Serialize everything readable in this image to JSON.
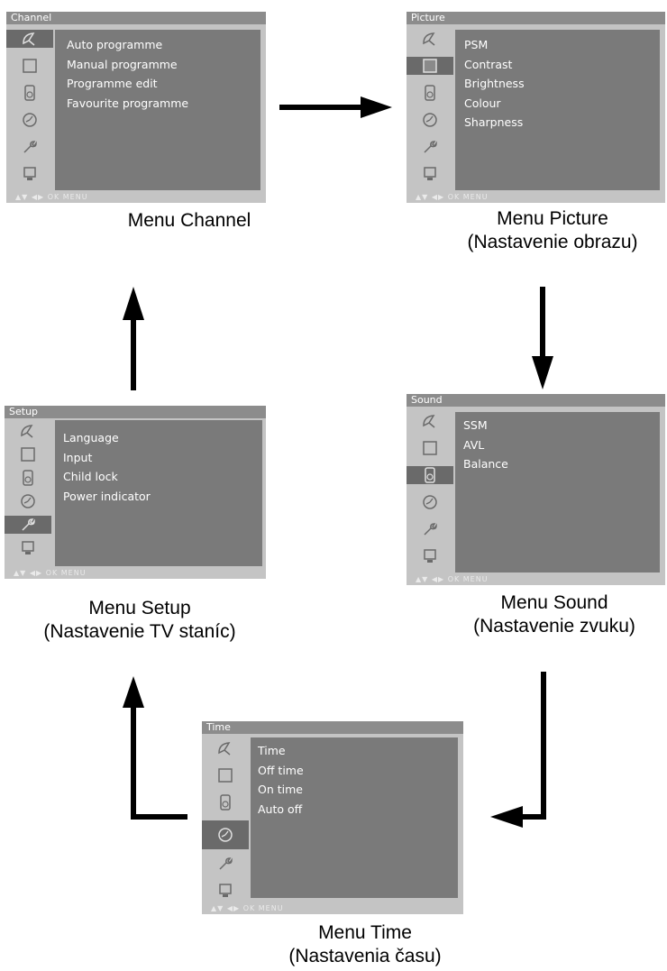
{
  "menus": {
    "channel": {
      "title": "Channel",
      "items": [
        "Auto programme",
        "Manual programme",
        "Programme edit",
        "Favourite programme"
      ],
      "footer": "▲▼ ◀▶ OK MENU",
      "caption_main": "Menu Channel"
    },
    "picture": {
      "title": "Picture",
      "items": [
        "PSM",
        "Contrast",
        "Brightness",
        "Colour",
        "Sharpness"
      ],
      "footer": "▲▼ ◀▶ OK MENU",
      "caption_main": "Menu Picture",
      "caption_sub": "(Nastavenie obrazu)"
    },
    "sound": {
      "title": "Sound",
      "items": [
        "SSM",
        "AVL",
        "Balance"
      ],
      "footer": "▲▼ ◀▶ OK MENU",
      "caption_main": "Menu Sound",
      "caption_sub": "(Nastavenie zvuku)"
    },
    "time": {
      "title": "Time",
      "items": [
        "Time",
        "Off time",
        "On time",
        "Auto off"
      ],
      "footer": "▲▼ ◀▶ OK MENU",
      "caption_main": "Menu Time",
      "caption_sub": "(Nastavenia času)"
    },
    "setup": {
      "title": "Setup",
      "items": [
        "Language",
        "Input",
        "Child lock",
        "Power indicator"
      ],
      "footer": "▲▼ ◀▶ OK MENU",
      "caption_main": "Menu Setup",
      "caption_sub": "(Nastavenie TV staníc)"
    }
  },
  "icon_names": [
    "satellite-dish-icon",
    "picture-icon",
    "speaker-icon",
    "clock-icon",
    "wrench-icon",
    "tv-input-icon"
  ],
  "colors": {
    "menu_bg": "#c4c4c4",
    "panel": "#7a7a7a",
    "title_bar": "#8c8c8c",
    "selected": "#6a6a6a",
    "arrow": "#000000"
  }
}
